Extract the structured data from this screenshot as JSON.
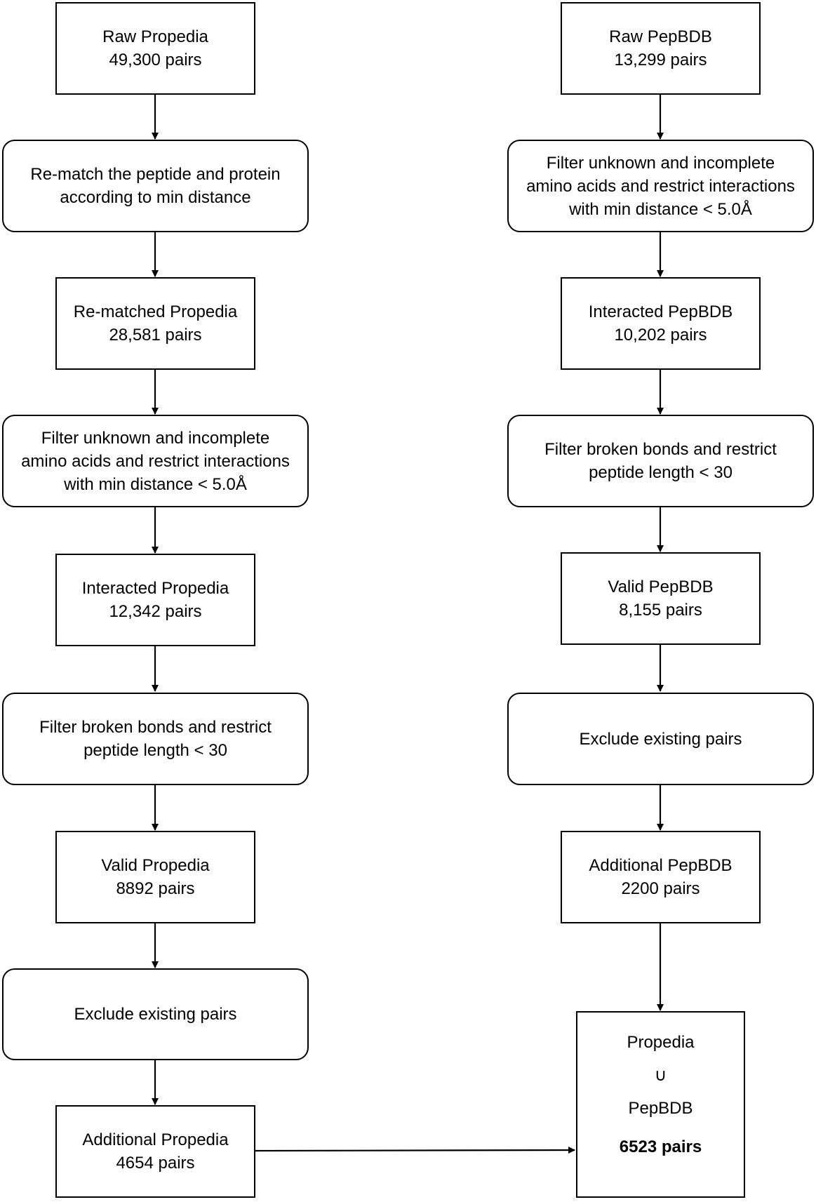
{
  "left_column": {
    "raw": [
      "Raw Propedia",
      "49,300 pairs"
    ],
    "rematch_step": [
      "Re-match the peptide and protein",
      "according to min distance"
    ],
    "rematched": [
      "Re-matched Propedia",
      "28,581 pairs"
    ],
    "filter_unknown_step": [
      "Filter unknown and incomplete",
      "amino acids and restrict interactions",
      "with min distance < 5.0Å"
    ],
    "interacted": [
      "Interacted Propedia",
      "12,342 pairs"
    ],
    "filter_bonds_step": [
      "Filter broken bonds and restrict",
      "peptide length < 30"
    ],
    "valid": [
      "Valid Propedia",
      "8892 pairs"
    ],
    "exclude_step": [
      "Exclude existing pairs"
    ],
    "additional": [
      "Additional Propedia",
      "4654 pairs"
    ]
  },
  "right_column": {
    "raw": [
      "Raw PepBDB",
      "13,299 pairs"
    ],
    "filter_unknown_step": [
      "Filter unknown and incomplete",
      "amino acids and restrict interactions",
      "with min distance < 5.0Å"
    ],
    "interacted": [
      "Interacted PepBDB",
      "10,202 pairs"
    ],
    "filter_bonds_step": [
      "Filter broken bonds and restrict",
      "peptide length < 30"
    ],
    "valid": [
      "Valid PepBDB",
      "8,155 pairs"
    ],
    "exclude_step": [
      "Exclude existing pairs"
    ],
    "additional": [
      "Additional PepBDB",
      "2200 pairs"
    ]
  },
  "union": {
    "set_a": "Propedia",
    "operator": "∪",
    "set_b": "PepBDB",
    "total": "6523 pairs"
  }
}
